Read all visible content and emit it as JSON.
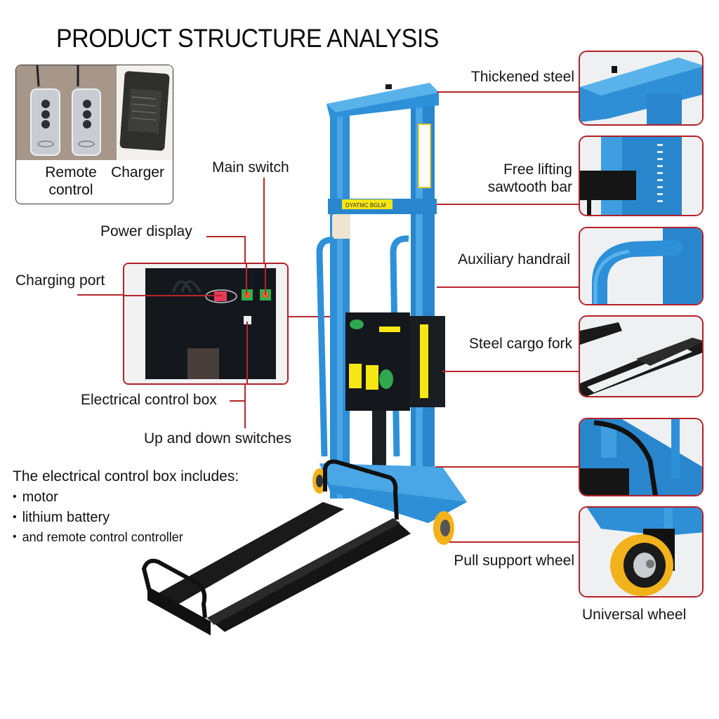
{
  "title": "PRODUCT STRUCTURE ANALYSIS",
  "accessories": {
    "remote_control": "Remote\ncontrol",
    "remote_control_line1": "Remote",
    "remote_control_line2": "control",
    "charger": "Charger"
  },
  "left_callouts": {
    "main_switch": "Main switch",
    "power_display": "Power display",
    "charging_port": "Charging port",
    "electrical_control_box": "Electrical control box",
    "up_down_switches": "Up and down switches"
  },
  "includes": {
    "heading": "The electrical control box includes:",
    "items": [
      "motor",
      "lithium battery",
      "and remote control controller"
    ]
  },
  "right_callouts": [
    {
      "label": "Thickened steel",
      "line1": "Thickened steel",
      "line2": ""
    },
    {
      "label": "Free lifting sawtooth bar",
      "line1": "Free lifting",
      "line2": "sawtooth bar"
    },
    {
      "label": "Auxiliary handrail",
      "line1": "Auxiliary handrail",
      "line2": ""
    },
    {
      "label": "Steel cargo fork",
      "line1": "Steel cargo fork",
      "line2": ""
    },
    {
      "label": "Pull support wheel",
      "line1": "Pull support wheel",
      "line2": ""
    },
    {
      "label": "Universal wheel",
      "line1": "Universal wheel",
      "line2": ""
    }
  ],
  "product_labels": {
    "crossbar_sticker": "DYATMC BGLM"
  },
  "colors": {
    "accent_red": "#b8262c",
    "steel_blue": "#2e8fd6",
    "fork_black": "#151515",
    "wheel_yellow": "#f2b21b",
    "sticker_yellow": "#f5e614"
  }
}
